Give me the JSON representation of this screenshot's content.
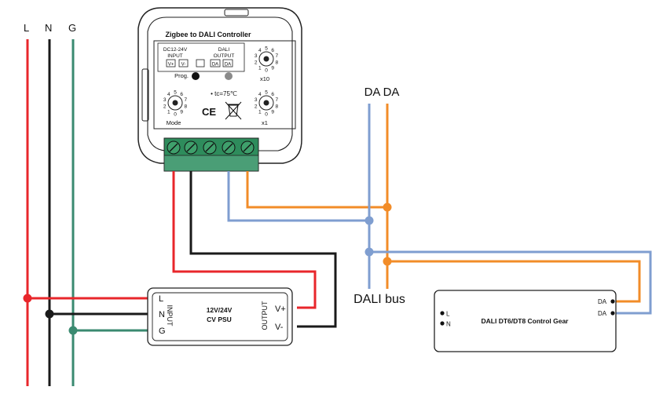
{
  "mains": {
    "l_label": "L",
    "n_label": "N",
    "g_label": "G"
  },
  "controller": {
    "title": "Zigbee to DALI Controller",
    "input_label_1": "DC12-24V",
    "input_label_2": "INPUT",
    "input_pin_plus": "V+",
    "input_pin_minus": "V-",
    "output_label_1": "DALI",
    "output_label_2": "OUTPUT",
    "output_pin_1": "DA",
    "output_pin_2": "DA",
    "prog_label": "Prog.",
    "tc_label": "• tc=75℃",
    "ce_mark": "CE",
    "mode_label": "Mode",
    "x10_label": "x10",
    "x1_label": "x1",
    "dial_digits": [
      "0",
      "1",
      "2",
      "3",
      "4",
      "5",
      "6",
      "7",
      "8",
      "9"
    ]
  },
  "dali_bus": {
    "da_label_1": "DA",
    "da_label_2": "DA",
    "bus_label": "DALI bus"
  },
  "psu": {
    "title_1": "12V/24V",
    "title_2": "CV PSU",
    "input_label": "INPUT",
    "output_label": "OUTPUT",
    "pin_l": "L",
    "pin_n": "N",
    "pin_g": "G",
    "pin_vplus": "V+",
    "pin_vminus": "V-"
  },
  "gear": {
    "title": "DALI DT6/DT8 Control Gear",
    "pin_l": "L",
    "pin_n": "N",
    "pin_da1": "DA",
    "pin_da2": "DA"
  },
  "colors": {
    "live": "#e8262b",
    "neutral": "#1a1a1a",
    "ground": "#3a8a70",
    "dali_a": "#7f9ed0",
    "dali_b": "#f28c28",
    "terminal": "#2e8c5c"
  }
}
